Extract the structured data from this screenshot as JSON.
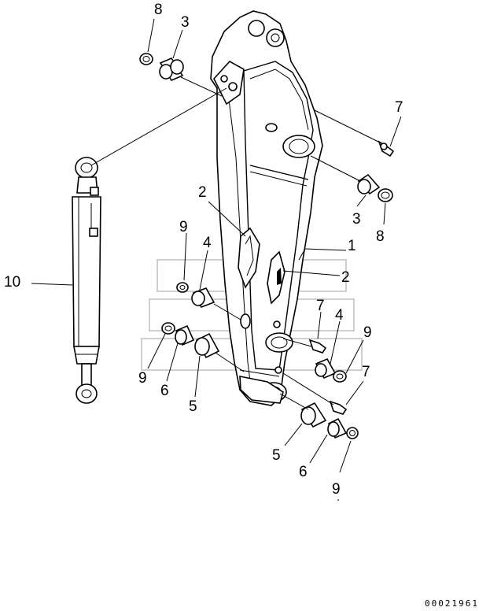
{
  "figure_number": "00021961",
  "callouts": {
    "c8a": "8",
    "c3a": "3",
    "c7a": "7",
    "c2a": "2",
    "c3b": "3",
    "c8b": "8",
    "c9a": "9",
    "c4a": "4",
    "c1": "1",
    "c2b": "2",
    "c10": "10",
    "c7b": "7",
    "c4b": "4",
    "c9b": "9",
    "c9c": "9",
    "c6a": "6",
    "c5a": "5",
    "c7c": "7",
    "c5b": "5",
    "c6b": "6",
    "c9d": "9"
  }
}
